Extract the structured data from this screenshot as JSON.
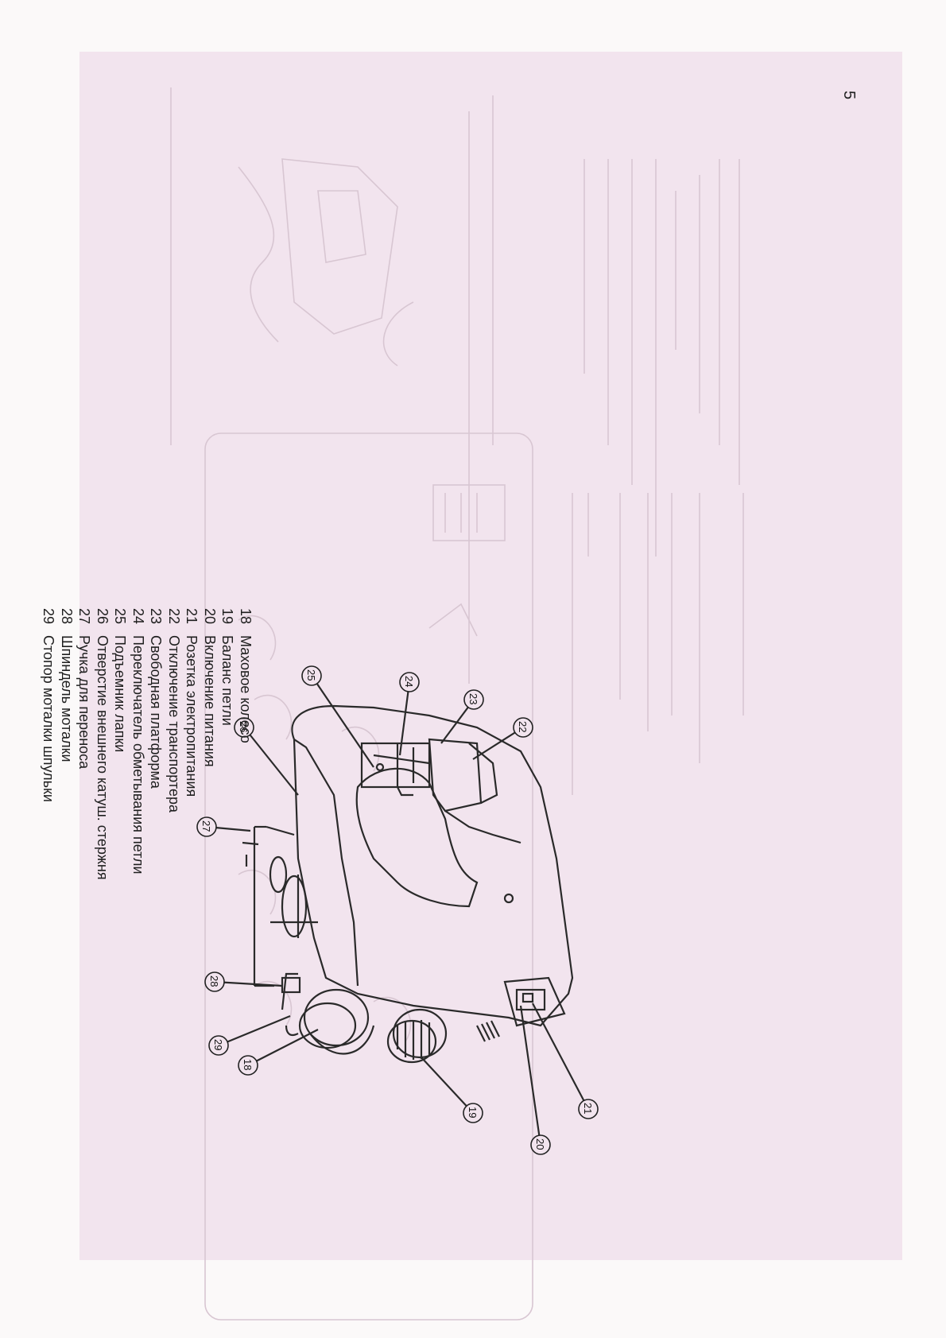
{
  "page": {
    "number": "5"
  },
  "parts": [
    {
      "num": "18",
      "label": "Маховое колесо"
    },
    {
      "num": "19",
      "label": "Баланс петли"
    },
    {
      "num": "20",
      "label": "Включение питания"
    },
    {
      "num": "21",
      "label": "Розетка электропитания"
    },
    {
      "num": "22",
      "label": "Отключение транспортера"
    },
    {
      "num": "23",
      "label": "Свободная платформа"
    },
    {
      "num": "24",
      "label": "Переключатель обметывания петли"
    },
    {
      "num": "25",
      "label": "Подъемник лапки"
    },
    {
      "num": "26",
      "label": "Отверстие  внешнего катуш. стержня"
    },
    {
      "num": "27",
      "label": "Ручка для переноса"
    },
    {
      "num": "28",
      "label": "Шпиндель моталки"
    },
    {
      "num": "29",
      "label": "Стопор моталки шпульки"
    }
  ],
  "callouts": [
    "18",
    "19",
    "20",
    "21",
    "22",
    "23",
    "24",
    "25",
    "26",
    "27",
    "28",
    "29"
  ],
  "colors": {
    "sheet": "#f2e4ee",
    "ink": "#1e1e1e",
    "ghost": "#d9c8d4"
  }
}
